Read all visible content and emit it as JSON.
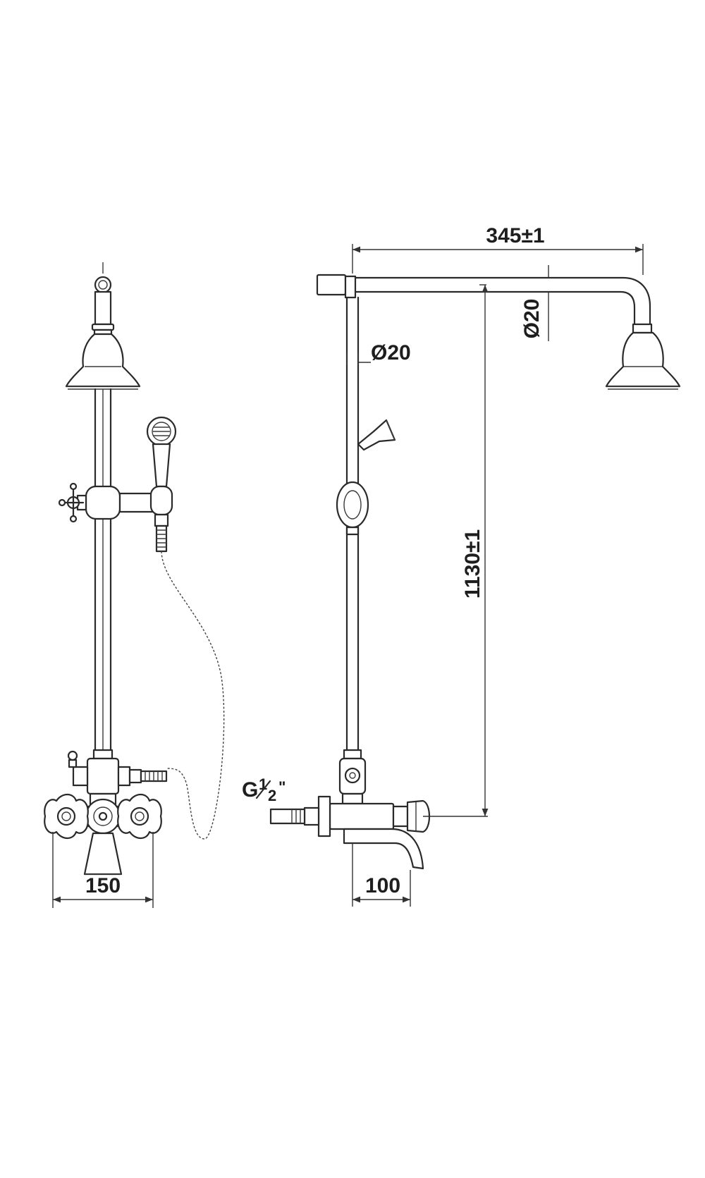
{
  "dimensions": {
    "head_arm_length": "345±1",
    "arm_diameter": "Ø20",
    "riser_diameter": "Ø20",
    "total_height": "1130±1",
    "inlet_centers": "150",
    "spout_projection": "100"
  },
  "thread": {
    "prefix": "G",
    "numerator": "1",
    "denominator": "2",
    "unit": "\""
  },
  "colors": {
    "line": "#2a2a2a",
    "background": "#ffffff"
  }
}
